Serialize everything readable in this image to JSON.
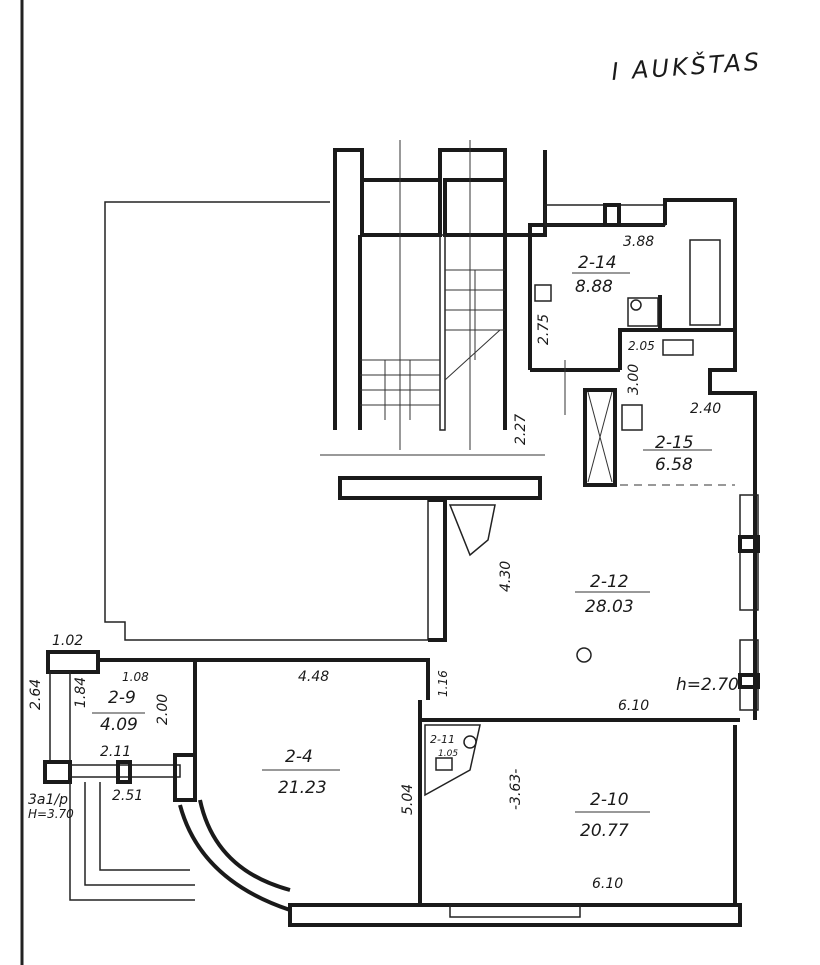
{
  "title": "I AUKŠTAS",
  "rooms": {
    "r2_14": {
      "id": "2-14",
      "area": "8.88"
    },
    "r2_15": {
      "id": "2-15",
      "area": "6.58"
    },
    "r2_12": {
      "id": "2-12",
      "area": "28.03"
    },
    "r2_9": {
      "id": "2-9",
      "area": "4.09"
    },
    "r2_4": {
      "id": "2-4",
      "area": "21.23"
    },
    "r2_10": {
      "id": "2-10",
      "area": "20.77"
    },
    "r2_11": {
      "id": "2-11",
      "area": "1.05"
    }
  },
  "dimensions": {
    "d388": "3.88",
    "d275": "2.75",
    "d205": "2.05",
    "d300": "3.00",
    "d240": "2.40",
    "d227": "2.27",
    "d430": "4.30",
    "d102": "1.02",
    "d108": "1.08",
    "d264": "2.64",
    "d184": "1.84",
    "d200": "2.00",
    "d211": "2.11",
    "d251": "2.51",
    "d448": "4.48",
    "d116": "1.16",
    "d504": "5.04",
    "d363": "-3.63-",
    "d610a": "6.10",
    "d610b": "6.10"
  },
  "notes": {
    "height_main": "h=2.70",
    "stair_note": "3a1/p",
    "height_stair": "H=3.70"
  }
}
